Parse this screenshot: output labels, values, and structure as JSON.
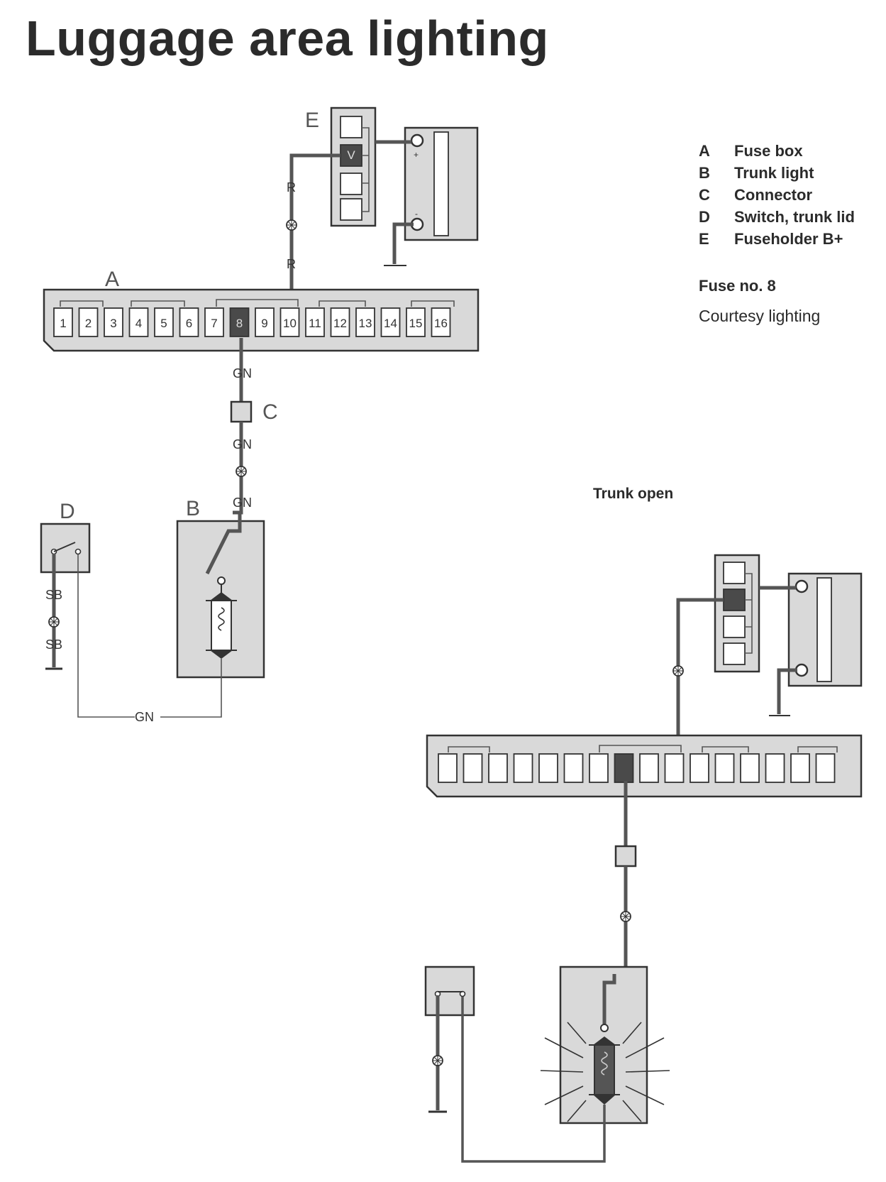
{
  "title": "Luggage area lighting",
  "legend": [
    {
      "letter": "A",
      "text": "Fuse box"
    },
    {
      "letter": "B",
      "text": "Trunk light"
    },
    {
      "letter": "C",
      "text": "Connector"
    },
    {
      "letter": "D",
      "text": "Switch, trunk lid"
    },
    {
      "letter": "E",
      "text": "Fuseholder B+"
    }
  ],
  "fuse_number": "Fuse no. 8",
  "fuse_circuit": "Courtesy lighting",
  "state_label": "Trunk open",
  "component_labels": {
    "A": "A",
    "B": "B",
    "C": "C",
    "D": "D",
    "E": "E"
  },
  "fuse_slots": [
    "1",
    "2",
    "3",
    "4",
    "5",
    "6",
    "7",
    "8",
    "9",
    "10",
    "11",
    "12",
    "13",
    "14",
    "15",
    "16"
  ],
  "active_fuse": "8",
  "fuseholder_active_mark": "V",
  "battery_terminals": {
    "positive": "+",
    "negative": "-"
  },
  "wire_labels": {
    "feed_upper": "R",
    "feed_lower": "R",
    "fuse_out": "GN",
    "connector_out": "GN",
    "lamp_in": "GN",
    "switch_top": "SB",
    "switch_bottom": "SB",
    "switch_return": "GN"
  }
}
